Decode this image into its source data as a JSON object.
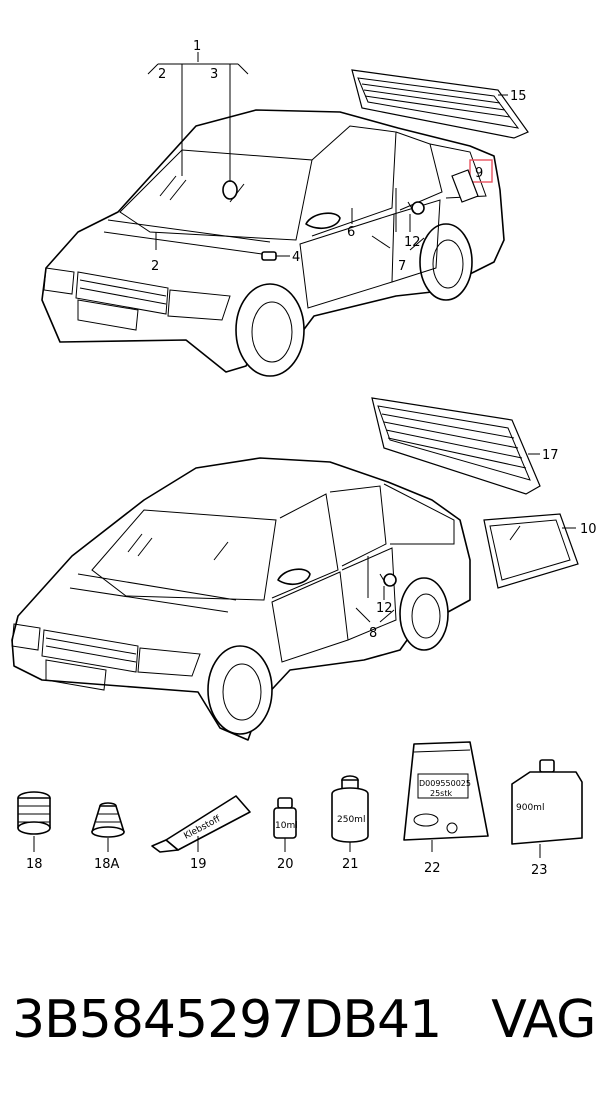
{
  "sedan_callouts": {
    "c1": "1",
    "c2a": "2",
    "c3": "3",
    "c2b": "2",
    "c4": "4",
    "c6": "6",
    "c12": "12",
    "c7": "7",
    "c9": "9",
    "c15": "15"
  },
  "wagon_callouts": {
    "c17": "17",
    "c10": "10",
    "c12": "12",
    "c8": "8"
  },
  "accessories": [
    {
      "label": "18"
    },
    {
      "label": "18A"
    },
    {
      "label": "19",
      "tube_text": "Klebstoff"
    },
    {
      "label": "20",
      "bottle_text": "10ml"
    },
    {
      "label": "21",
      "bottle_text": "250ml"
    },
    {
      "label": "22",
      "bag_line1": "D009550025",
      "bag_line2": "25stk"
    },
    {
      "label": "23",
      "bottle_text": "900ml"
    }
  ],
  "highlight_color": "#e8525f",
  "footer": {
    "part_number": "3B5845297DB41",
    "brand": "VAG"
  }
}
